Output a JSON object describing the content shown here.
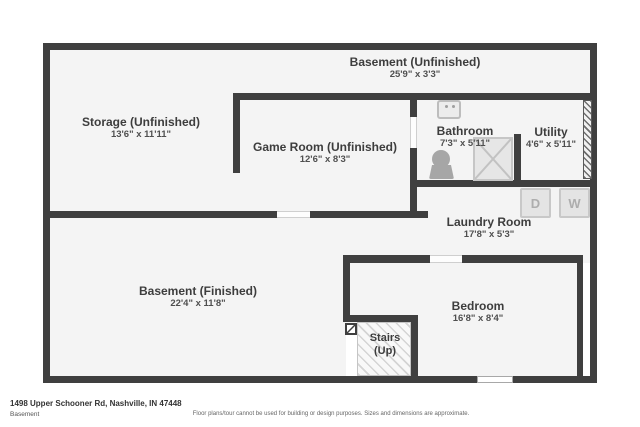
{
  "colors": {
    "wall": "#3f3f3f",
    "floor": "#f4f4f4",
    "fixture_fill": "#e6e6e6",
    "fixture_border": "#c6c6c6",
    "label_text": "#3d3d3d"
  },
  "rooms": [
    {
      "name": "Basement (Unfinished)",
      "dims": "25'9\" x 3'3\""
    },
    {
      "name": "Storage (Unfinished)",
      "dims": "13'6\" x 11'11\""
    },
    {
      "name": "Game Room (Unfinished)",
      "dims": "12'6\" x 8'3\""
    },
    {
      "name": "Bathroom",
      "dims": "7'3\" x 5'11\""
    },
    {
      "name": "Utility",
      "dims": "4'6\" x 5'11\""
    },
    {
      "name": "Laundry Room",
      "dims": "17'8\" x 5'3\""
    },
    {
      "name": "Basement (Finished)",
      "dims": "22'4\" x 11'8\""
    },
    {
      "name": "Bedroom",
      "dims": "16'8\" x 8'4\""
    },
    {
      "name": "Stairs",
      "dims": "(Up)"
    }
  ],
  "appliances": {
    "dryer": "D",
    "washer": "W"
  },
  "footer": {
    "address": "1498 Upper Schooner Rd, Nashville, IN 47448",
    "floor_label": "Basement",
    "disclaimer": "Floor plans/tour cannot be used for building or design purposes. Sizes and dimensions are approximate."
  }
}
